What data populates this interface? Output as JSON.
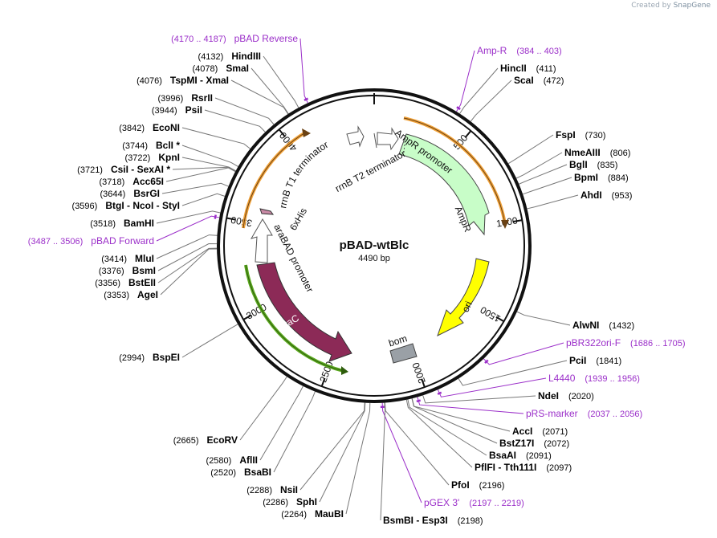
{
  "credit": {
    "prefix": "Created by",
    "brand": "SnapGene"
  },
  "plasmid": {
    "name": "pBAD-wtBlc",
    "size": "4490 bp",
    "total_bp": 4490
  },
  "colors": {
    "site": "#000000",
    "primer": "#9b2fc9",
    "leader": "#777777",
    "amp_fill": "#c8fdc8",
    "ori_fill": "#ffff00",
    "arac_fill": "#8c2a57",
    "bom_fill": "#9aa0a6",
    "orange": "#f2a33a",
    "green": "#5ba91f"
  },
  "ticks": [
    {
      "bp": 500,
      "label": "500"
    },
    {
      "bp": 1000,
      "label": "1000"
    },
    {
      "bp": 1500,
      "label": "1500"
    },
    {
      "bp": 2000,
      "label": "2000"
    },
    {
      "bp": 2500,
      "label": "2500"
    },
    {
      "bp": 3000,
      "label": "3000"
    },
    {
      "bp": 3500,
      "label": "3500"
    },
    {
      "bp": 4000,
      "label": "4000"
    }
  ],
  "features": {
    "ampr_promoter": "AmpR promoter",
    "ampr": "AmpR",
    "ori": "ori",
    "bom": "bom",
    "arac": "araC",
    "arabad_promoter": "araBAD promoter",
    "his": "6xHis",
    "rrnb_t1": "rrnB T1 terminator",
    "rrnb_t2": "rrnB T2 terminator"
  },
  "right_labels": [
    {
      "kind": "primer",
      "name": "Amp-R",
      "pos": "(384 .. 403)",
      "bp": 393
    },
    {
      "kind": "site",
      "name": "HincII",
      "pos": "(411)",
      "bp": 411
    },
    {
      "kind": "site",
      "name": "ScaI",
      "pos": "(472)",
      "bp": 472
    },
    {
      "kind": "site",
      "name": "FspI",
      "pos": "(730)",
      "bp": 730
    },
    {
      "kind": "site",
      "name": "NmeAIII",
      "pos": "(806)",
      "bp": 806
    },
    {
      "kind": "site",
      "name": "BglI",
      "pos": "(835)",
      "bp": 835
    },
    {
      "kind": "site",
      "name": "BpmI",
      "pos": "(884)",
      "bp": 884
    },
    {
      "kind": "site",
      "name": "AhdI",
      "pos": "(953)",
      "bp": 953
    },
    {
      "kind": "site",
      "name": "AlwNI",
      "pos": "(1432)",
      "bp": 1432
    },
    {
      "kind": "primer",
      "name": "pBR322ori-F",
      "pos": "(1686 .. 1705)",
      "bp": 1695
    },
    {
      "kind": "site",
      "name": "PciI",
      "pos": "(1841)",
      "bp": 1841
    },
    {
      "kind": "primer",
      "name": "L4440",
      "pos": "(1939 .. 1956)",
      "bp": 1947
    },
    {
      "kind": "site",
      "name": "NdeI",
      "pos": "(2020)",
      "bp": 2020
    },
    {
      "kind": "primer",
      "name": "pRS-marker",
      "pos": "(2037 .. 2056)",
      "bp": 2046
    },
    {
      "kind": "site",
      "name": "AccI",
      "pos": "(2071)",
      "bp": 2071
    },
    {
      "kind": "site",
      "name": "BstZ17I",
      "pos": "(2072)",
      "bp": 2072
    },
    {
      "kind": "site",
      "name": "BsaAI",
      "pos": "(2091)",
      "bp": 2091
    },
    {
      "kind": "site",
      "name": "PflFI - Tth111I",
      "pos": "(2097)",
      "bp": 2097
    },
    {
      "kind": "site",
      "name": "PfoI",
      "pos": "(2196)",
      "bp": 2196
    },
    {
      "kind": "primer",
      "name": "pGEX 3'",
      "pos": "(2197 .. 2219)",
      "bp": 2208
    },
    {
      "kind": "site",
      "name": "BsmBI - Esp3I",
      "pos": "(2198)",
      "bp": 2198
    }
  ],
  "left_labels": [
    {
      "kind": "primer",
      "name": "pBAD Reverse",
      "pos": "(4170 .. 4187)",
      "bp": 4179
    },
    {
      "kind": "site",
      "name": "HindIII",
      "pos": "(4132)",
      "bp": 4132
    },
    {
      "kind": "site",
      "name": "SmaI",
      "pos": "(4078)",
      "bp": 4078
    },
    {
      "kind": "site",
      "name": "TspMI - XmaI",
      "pos": "(4076)",
      "bp": 4076
    },
    {
      "kind": "site",
      "name": "RsrII",
      "pos": "(3996)",
      "bp": 3996
    },
    {
      "kind": "site",
      "name": "PsiI",
      "pos": "(3944)",
      "bp": 3944
    },
    {
      "kind": "site",
      "name": "EcoNI",
      "pos": "(3842)",
      "bp": 3842
    },
    {
      "kind": "site",
      "name": "BclI *",
      "pos": "(3744)",
      "bp": 3744
    },
    {
      "kind": "site",
      "name": "KpnI",
      "pos": "(3722)",
      "bp": 3722
    },
    {
      "kind": "site",
      "name": "CsiI - SexAI *",
      "pos": "(3721)",
      "bp": 3721
    },
    {
      "kind": "site",
      "name": "Acc65I",
      "pos": "(3718)",
      "bp": 3718
    },
    {
      "kind": "site",
      "name": "BsrGI",
      "pos": "(3644)",
      "bp": 3644
    },
    {
      "kind": "site",
      "name": "BtgI - NcoI - StyI",
      "pos": "(3596)",
      "bp": 3596
    },
    {
      "kind": "site",
      "name": "BamHI",
      "pos": "(3518)",
      "bp": 3518
    },
    {
      "kind": "primer",
      "name": "pBAD Forward",
      "pos": "(3487 .. 3506)",
      "bp": 3496
    },
    {
      "kind": "site",
      "name": "MluI",
      "pos": "(3414)",
      "bp": 3414
    },
    {
      "kind": "site",
      "name": "BsmI",
      "pos": "(3376)",
      "bp": 3376
    },
    {
      "kind": "site",
      "name": "BstEII",
      "pos": "(3356)",
      "bp": 3356
    },
    {
      "kind": "site",
      "name": "AgeI",
      "pos": "(3353)",
      "bp": 3353
    },
    {
      "kind": "site",
      "name": "BspEI",
      "pos": "(2994)",
      "bp": 2994
    },
    {
      "kind": "site",
      "name": "EcoRV",
      "pos": "(2665)",
      "bp": 2665
    },
    {
      "kind": "site",
      "name": "AflII",
      "pos": "(2580)",
      "bp": 2580
    },
    {
      "kind": "site",
      "name": "BsaBI",
      "pos": "(2520)",
      "bp": 2520
    },
    {
      "kind": "site",
      "name": "NsiI",
      "pos": "(2288)",
      "bp": 2288
    },
    {
      "kind": "site",
      "name": "SphI",
      "pos": "(2286)",
      "bp": 2286
    },
    {
      "kind": "site",
      "name": "MauBI",
      "pos": "(2264)",
      "bp": 2264
    }
  ]
}
